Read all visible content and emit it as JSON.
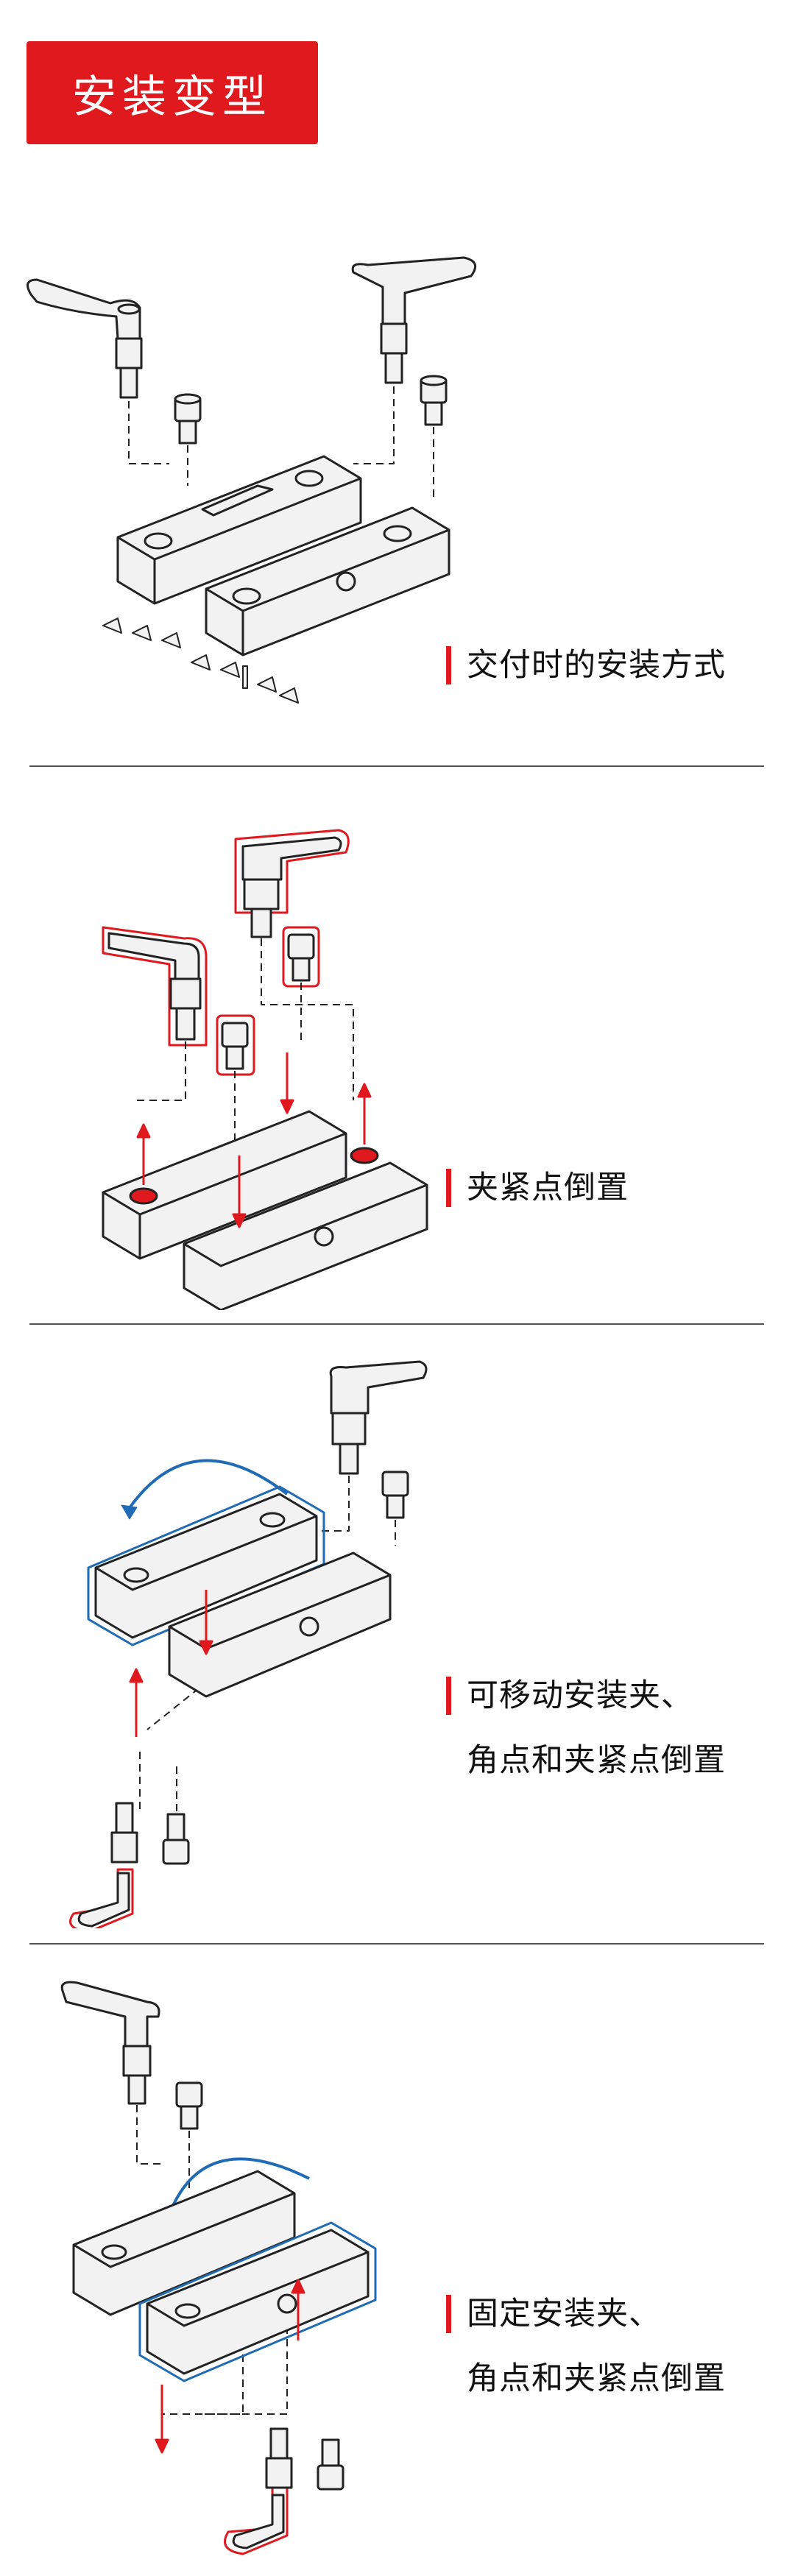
{
  "header": {
    "title": "安装变型"
  },
  "variants": [
    {
      "caption_lines": [
        "交付时的安装方式"
      ]
    },
    {
      "caption_lines": [
        "夹紧点倒置"
      ]
    },
    {
      "caption_lines": [
        "可移动安装夹、",
        "角点和夹紧点倒置"
      ]
    },
    {
      "caption_lines": [
        "固定安装夹、",
        "角点和夹紧点倒置"
      ]
    }
  ],
  "colors": {
    "accent": "#e0191f",
    "highlight_blue": "#1f6bb5",
    "line": "#222222",
    "fill": "#f2f2f2"
  },
  "icons": [
    "clamping-lever-icon",
    "socket-screw-icon",
    "clamp-block-icon",
    "motion-arrow-icon"
  ]
}
